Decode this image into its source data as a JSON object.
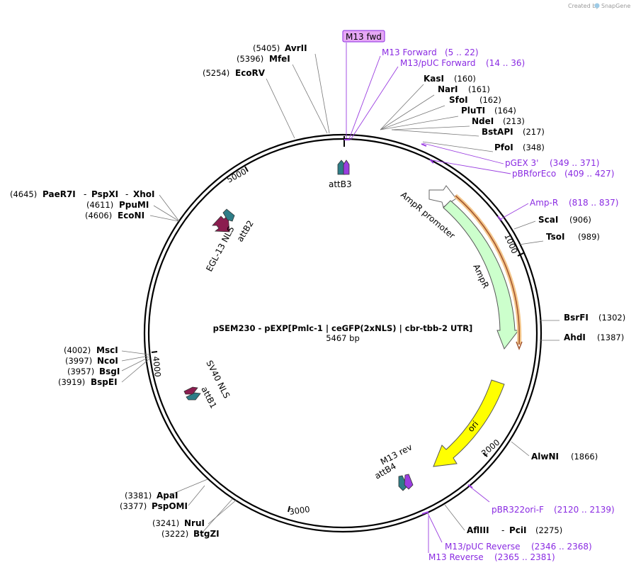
{
  "credit": {
    "prefix": "Created by",
    "brand": "SnapGene"
  },
  "plasmid": {
    "name": "pSEM230 - pEXP[Pmlc-1 | ceGFP(2xNLS) | cbr-tbb-2 UTR]",
    "length": "5467 bp"
  },
  "ticks": [
    "1000",
    "2000",
    "3000",
    "4000",
    "5000"
  ],
  "enzymes": [
    {
      "name": "AvrII",
      "pos": "(5405)"
    },
    {
      "name": "MfeI",
      "pos": "(5396)"
    },
    {
      "name": "EcoRV",
      "pos": "(5254)"
    },
    {
      "name": "KasI",
      "pos": "(160)"
    },
    {
      "name": "NarI",
      "pos": "(161)"
    },
    {
      "name": "SfoI",
      "pos": "(162)"
    },
    {
      "name": "PluTI",
      "pos": "(164)"
    },
    {
      "name": "NdeI",
      "pos": "(213)"
    },
    {
      "name": "BstAPI",
      "pos": "(217)"
    },
    {
      "name": "PfoI",
      "pos": "(348)"
    },
    {
      "name": "ScaI",
      "pos": "(906)"
    },
    {
      "name": "TsoI",
      "pos": "(989)"
    },
    {
      "name": "BsrFI",
      "pos": "(1302)"
    },
    {
      "name": "AhdI",
      "pos": "(1387)"
    },
    {
      "name": "AlwNI",
      "pos": "(1866)"
    },
    {
      "name": "AflIII",
      "pos": "(2275)"
    },
    {
      "name": "PciI",
      "pos": ""
    },
    {
      "name": "NruI",
      "pos": "(3241)"
    },
    {
      "name": "BtgZI",
      "pos": "(3222)"
    },
    {
      "name": "ApaI",
      "pos": "(3381)"
    },
    {
      "name": "PspOMI",
      "pos": "(3377)"
    },
    {
      "name": "MscI",
      "pos": "(4002)"
    },
    {
      "name": "NcoI",
      "pos": "(3997)"
    },
    {
      "name": "BsgI",
      "pos": "(3957)"
    },
    {
      "name": "BspEI",
      "pos": "(3919)"
    },
    {
      "name": "PaeR7I",
      "pos": "(4645)"
    },
    {
      "name": "PspXI",
      "pos": ""
    },
    {
      "name": "XhoI",
      "pos": ""
    },
    {
      "name": "PpuMI",
      "pos": "(4611)"
    },
    {
      "name": "EcoNI",
      "pos": "(4606)"
    }
  ],
  "primers": [
    {
      "name": "M13 fwd"
    },
    {
      "name": "M13 Forward",
      "range": "(5 .. 22)"
    },
    {
      "name": "M13/pUC Forward",
      "range": "(14 .. 36)"
    },
    {
      "name": "pGEX 3'",
      "range": "(349 .. 371)"
    },
    {
      "name": "pBRforEco",
      "range": "(409 .. 427)"
    },
    {
      "name": "Amp-R",
      "range": "(818 .. 837)"
    },
    {
      "name": "pBR322ori-F",
      "range": "(2120 .. 2139)"
    },
    {
      "name": "M13/pUC Reverse",
      "range": "(2346 .. 2368)"
    },
    {
      "name": "M13 Reverse",
      "range": "(2365 .. 2381)"
    }
  ],
  "features": [
    {
      "name": "attB3"
    },
    {
      "name": "AmpR promoter"
    },
    {
      "name": "AmpR"
    },
    {
      "name": "ori"
    },
    {
      "name": "M13 rev"
    },
    {
      "name": "attB4"
    },
    {
      "name": "SV40 NLS"
    },
    {
      "name": "attB1"
    },
    {
      "name": "EGL-13 NLS"
    },
    {
      "name": "attB2"
    }
  ],
  "colors": {
    "ampr": "#ccffcc",
    "ori": "#ffff00",
    "amp_primer_glow": "#f4c68a",
    "attB": "#2e7d87",
    "nls": "#8b1d4f",
    "primer": "#9a3de0",
    "primer_box": "#e6a8f5"
  }
}
